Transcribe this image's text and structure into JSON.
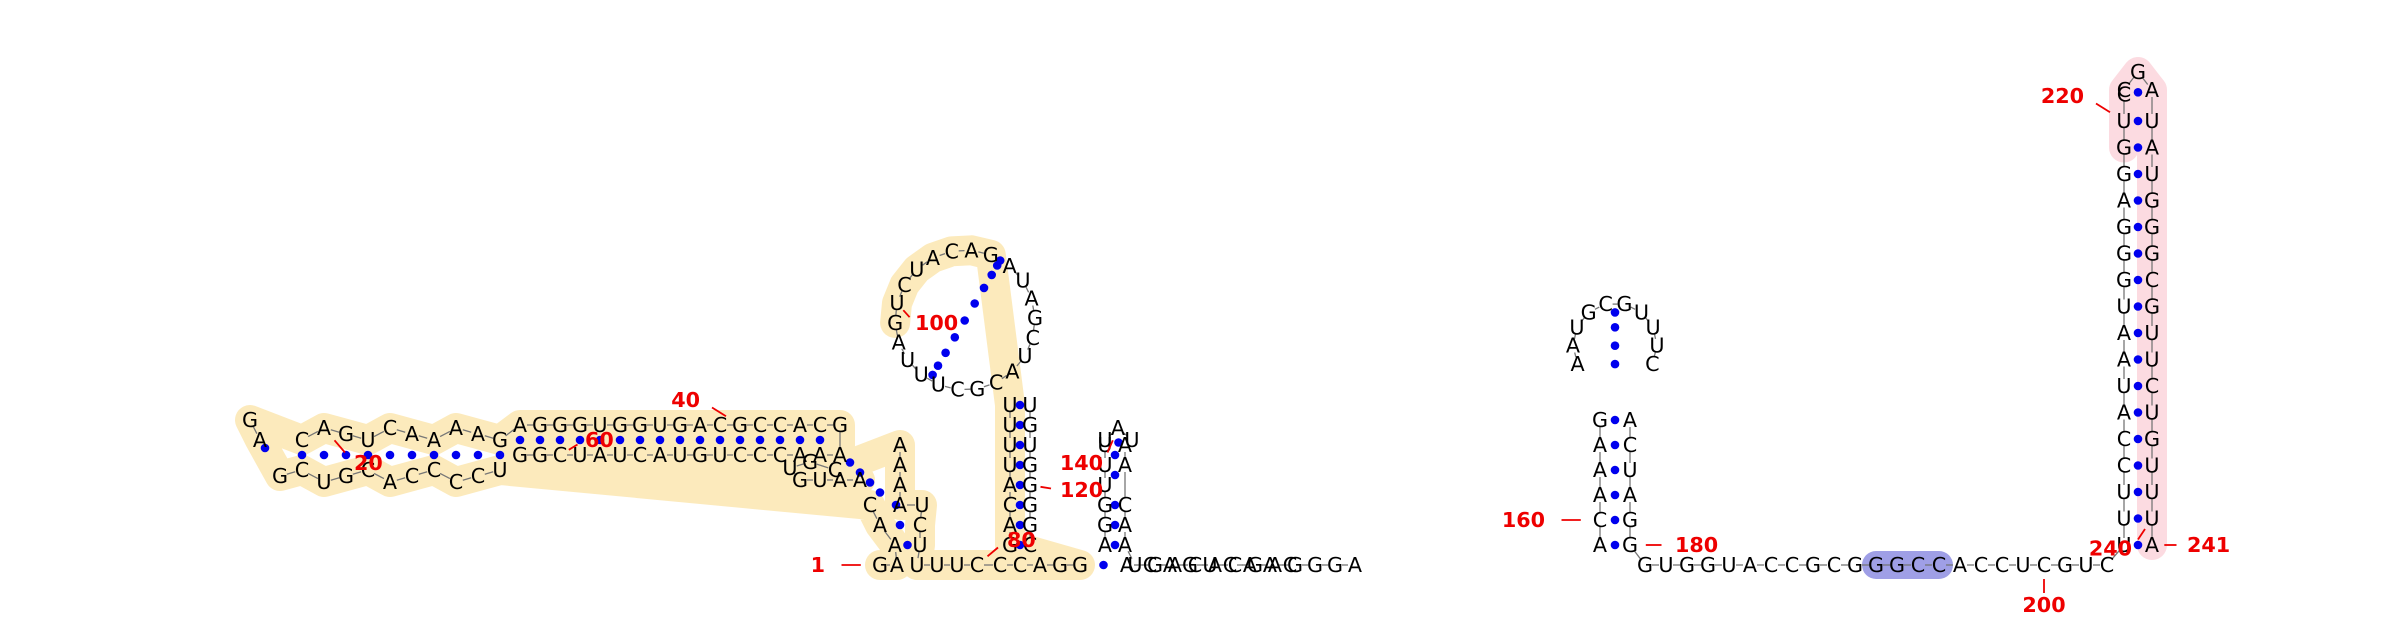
{
  "sequence": "GAAACUCCCCACGUCGAGCAGUCAAAAGAGGGUGGUGACGCCACGAAACCCUGUACUAUCGGAAUGUGCAAAAUCUUUUCCCAGGGACAUUUUGACAUCUGAUUUCGCAUCGAUAUGUGGGGCACAGUCAACAGGUUUUAUAACAAUGACACGAGGGAACAAAGAAUGCGUUUCACUAGGGUGGUACCGCGGGCCACCUCGUCUUUCCAUAAUGGGAGGUCCGAUAUGGGCGUUCUGUUUA",
  "colors": {
    "nucleotide": "#000000",
    "base_pair_dot": "#0000ee",
    "position_label": "#ee0000",
    "highlight_yellow": "#fce6b0",
    "highlight_pink": "#fbd5dc",
    "highlight_blue": "#8e8ee2"
  },
  "position_labels": [
    "1",
    "20",
    "40",
    "60",
    "80",
    "100",
    "120",
    "140",
    "160",
    "180",
    "200",
    "220",
    "240",
    "241"
  ],
  "base_pairs": [
    [
      3,
      76
    ],
    [
      4,
      75
    ],
    [
      5,
      74
    ],
    [
      6,
      28
    ],
    [
      7,
      27
    ],
    [
      8,
      26
    ],
    [
      9,
      25
    ],
    [
      10,
      24
    ],
    [
      11,
      23
    ],
    [
      12,
      22
    ],
    [
      13,
      21
    ],
    [
      14,
      20
    ],
    [
      15,
      19
    ],
    [
      16,
      18
    ],
    [
      29,
      62
    ],
    [
      30,
      61
    ],
    [
      31,
      60
    ],
    [
      32,
      59
    ],
    [
      33,
      58
    ],
    [
      34,
      57
    ],
    [
      35,
      56
    ],
    [
      36,
      55
    ],
    [
      37,
      54
    ],
    [
      38,
      53
    ],
    [
      39,
      52
    ],
    [
      40,
      51
    ],
    [
      41,
      50
    ],
    [
      42,
      49
    ],
    [
      43,
      48
    ],
    [
      44,
      47
    ],
    [
      63,
      73
    ],
    [
      64,
      72
    ],
    [
      65,
      71
    ],
    [
      66,
      70
    ],
    [
      85,
      124
    ],
    [
      86,
      123
    ],
    [
      87,
      122
    ],
    [
      88,
      121
    ],
    [
      89,
      120
    ],
    [
      90,
      119
    ],
    [
      91,
      118
    ],
    [
      92,
      117
    ],
    [
      93,
      116
    ],
    [
      94,
      115
    ],
    [
      95,
      114
    ],
    [
      96,
      113
    ],
    [
      97,
      112
    ],
    [
      98,
      111
    ],
    [
      99,
      110
    ],
    [
      100,
      109
    ],
    [
      101,
      108
    ],
    [
      102,
      107
    ],
    [
      103,
      106
    ],
    [
      133,
      146
    ],
    [
      134,
      145
    ],
    [
      135,
      144
    ],
    [
      136,
      143
    ],
    [
      137,
      142
    ],
    [
      138,
      141
    ],
    [
      159,
      180
    ],
    [
      160,
      179
    ],
    [
      161,
      178
    ],
    [
      162,
      177
    ],
    [
      163,
      176
    ],
    [
      164,
      175
    ],
    [
      165,
      174
    ],
    [
      166,
      173
    ],
    [
      167,
      172
    ],
    [
      168,
      171
    ],
    [
      204,
      241
    ],
    [
      205,
      240
    ],
    [
      206,
      239
    ],
    [
      207,
      238
    ],
    [
      208,
      237
    ],
    [
      209,
      236
    ],
    [
      210,
      235
    ],
    [
      211,
      234
    ],
    [
      212,
      233
    ],
    [
      213,
      232
    ],
    [
      214,
      231
    ],
    [
      215,
      230
    ],
    [
      216,
      229
    ],
    [
      217,
      228
    ],
    [
      218,
      227
    ],
    [
      219,
      226
    ],
    [
      220,
      225
    ],
    [
      221,
      224
    ]
  ],
  "highlight_regions": [
    {
      "name": "yellow-region",
      "color": "highlight_yellow",
      "start": 1,
      "end": 101
    },
    {
      "name": "blue-region",
      "color": "highlight_blue",
      "start": 192,
      "end": 195
    },
    {
      "name": "pink-region",
      "color": "highlight_pink",
      "start": 219,
      "end": 241
    }
  ]
}
